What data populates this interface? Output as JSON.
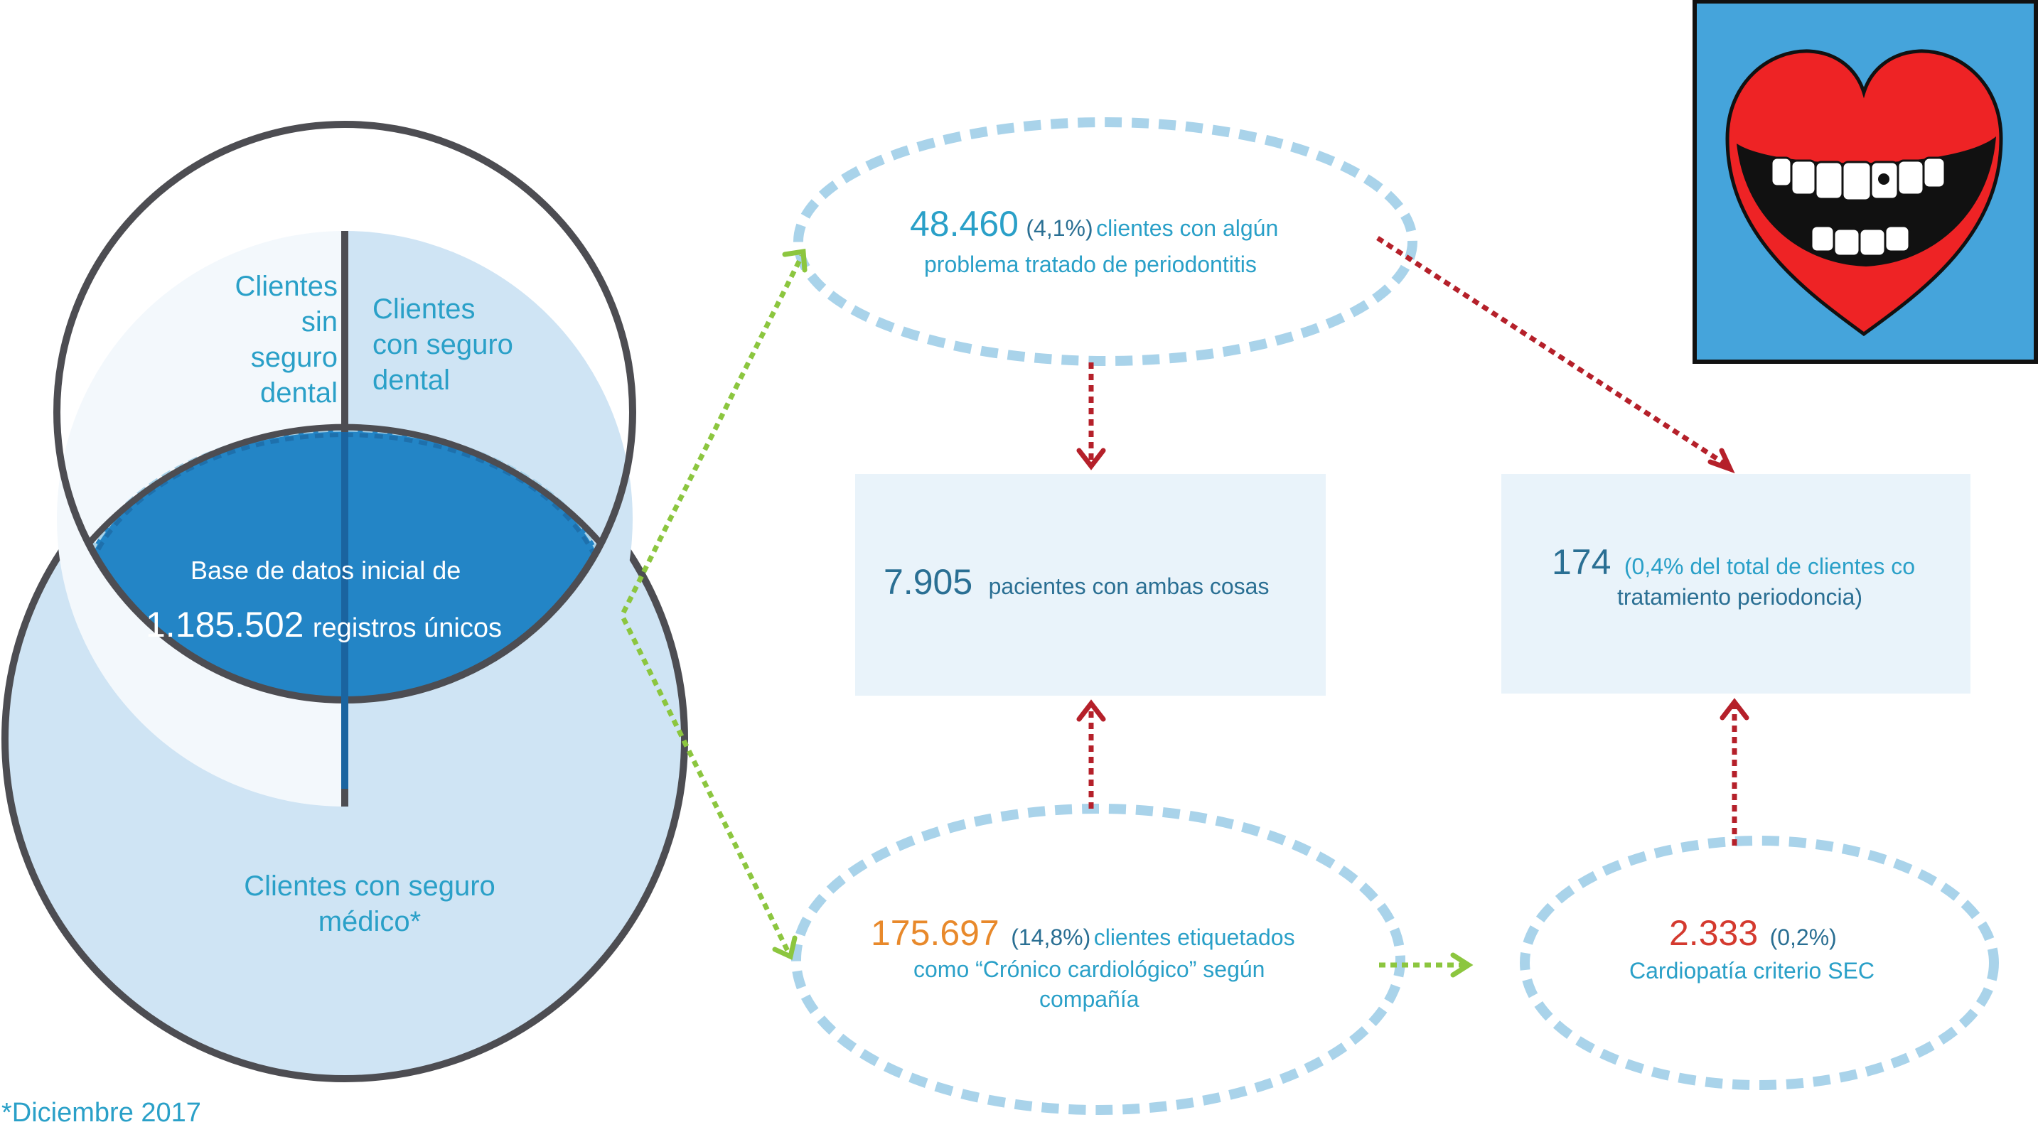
{
  "venn": {
    "left_label": [
      "Clientes",
      "sin",
      "seguro",
      "dental"
    ],
    "right_label": [
      "Clientes",
      "con seguro",
      "dental"
    ],
    "base_line1": "Base de datos inicial de",
    "base_number": "1.185.502",
    "base_suffix": "registros únicos",
    "medical_label_line1": "Clientes con seguro",
    "medical_label_line2": "médico*"
  },
  "footnote": "*Diciembre 2017",
  "nodes": {
    "periodontitis": {
      "number": "48.460",
      "pct": "(4,1%)",
      "text1": "clientes con algún",
      "text2": "problema tratado de periodontitis"
    },
    "both": {
      "number": "7.905",
      "text": "pacientes  con ambas cosas"
    },
    "treatment": {
      "number": "174",
      "text1": "(0,4% del total de clientes co",
      "text2": "tratamiento periodoncia)"
    },
    "cronico": {
      "number": "175.697",
      "pct": "(14,8%)",
      "text1": "clientes etiquetados",
      "text2": "como “Crónico cardiológico” según",
      "text3": "compañía"
    },
    "sec": {
      "number": "2.333",
      "pct": "(0,2%)",
      "text": "Cardiopatía criterio SEC"
    }
  },
  "colors": {
    "cyan_text": "#2aa0c8",
    "navy_text": "#2a6f93",
    "orange_number": "#e8892b",
    "red_number": "#d43a2f",
    "light_blue_fill": "#cfe4f4",
    "dark_blue_fill": "#2385c6",
    "dotted_ellipse": "#a9d3ea",
    "green_arrow": "#8cc63f",
    "red_arrow": "#b5202a",
    "box_fill": "#e9f3fa",
    "logo_bg": "#45a4db",
    "heart_red": "#ee2325"
  },
  "logo": {
    "icon": "smiling-heart-icon"
  }
}
